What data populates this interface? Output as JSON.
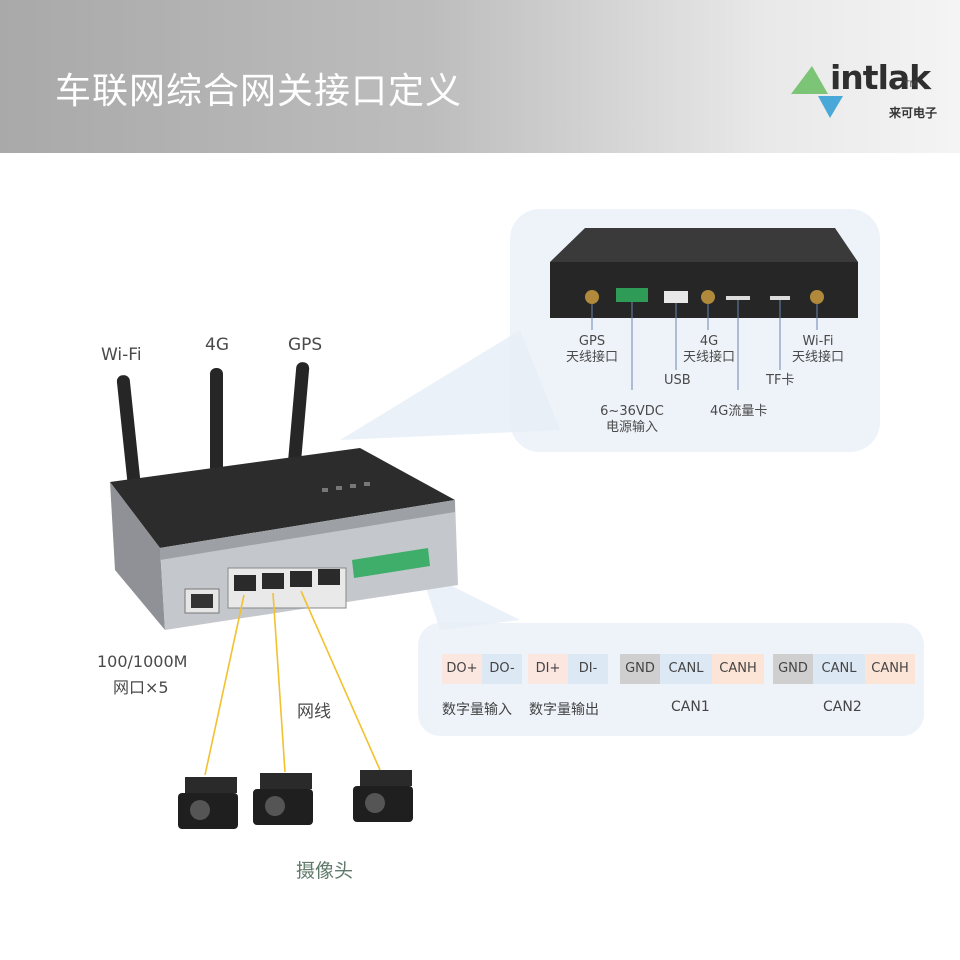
{
  "header": {
    "title": "车联网综合网关接口定义",
    "logo_name": "intlak",
    "logo_tm": "TM",
    "logo_cn": "来可电子"
  },
  "antennas": {
    "wifi": "Wi-Fi",
    "g4": "4G",
    "gps": "GPS"
  },
  "ports": {
    "ethernet_l1": "100/1000M",
    "ethernet_l2": "网口×5",
    "cable": "网线"
  },
  "rear_panel": {
    "gps_l1": "GPS",
    "gps_l2": "天线接口",
    "g4_l1": "4G",
    "g4_l2": "天线接口",
    "wifi_l1": "Wi-Fi",
    "wifi_l2": "天线接口",
    "usb": "USB",
    "tf": "TF卡",
    "power_l1": "6~36VDC",
    "power_l2": "电源输入",
    "sim": "4G流量卡"
  },
  "terminals": {
    "do_plus": "DO+",
    "do_minus": "DO-",
    "di_plus": "DI+",
    "di_minus": "DI-",
    "gnd1": "GND",
    "canl1": "CANL",
    "canh1": "CANH",
    "gnd2": "GND",
    "canl2": "CANL",
    "canh2": "CANH",
    "cap_digital_in": "数字量输入",
    "cap_digital_out": "数字量输出",
    "cap_can1": "CAN1",
    "cap_can2": "CAN2"
  },
  "camera_label": "摄像头",
  "colors": {
    "header_start": "#a9a9a9",
    "panel_bg": "#eef3fa",
    "cable": "#f2c12e",
    "logo_green": "#7cc576",
    "logo_blue": "#4aa8d8"
  }
}
